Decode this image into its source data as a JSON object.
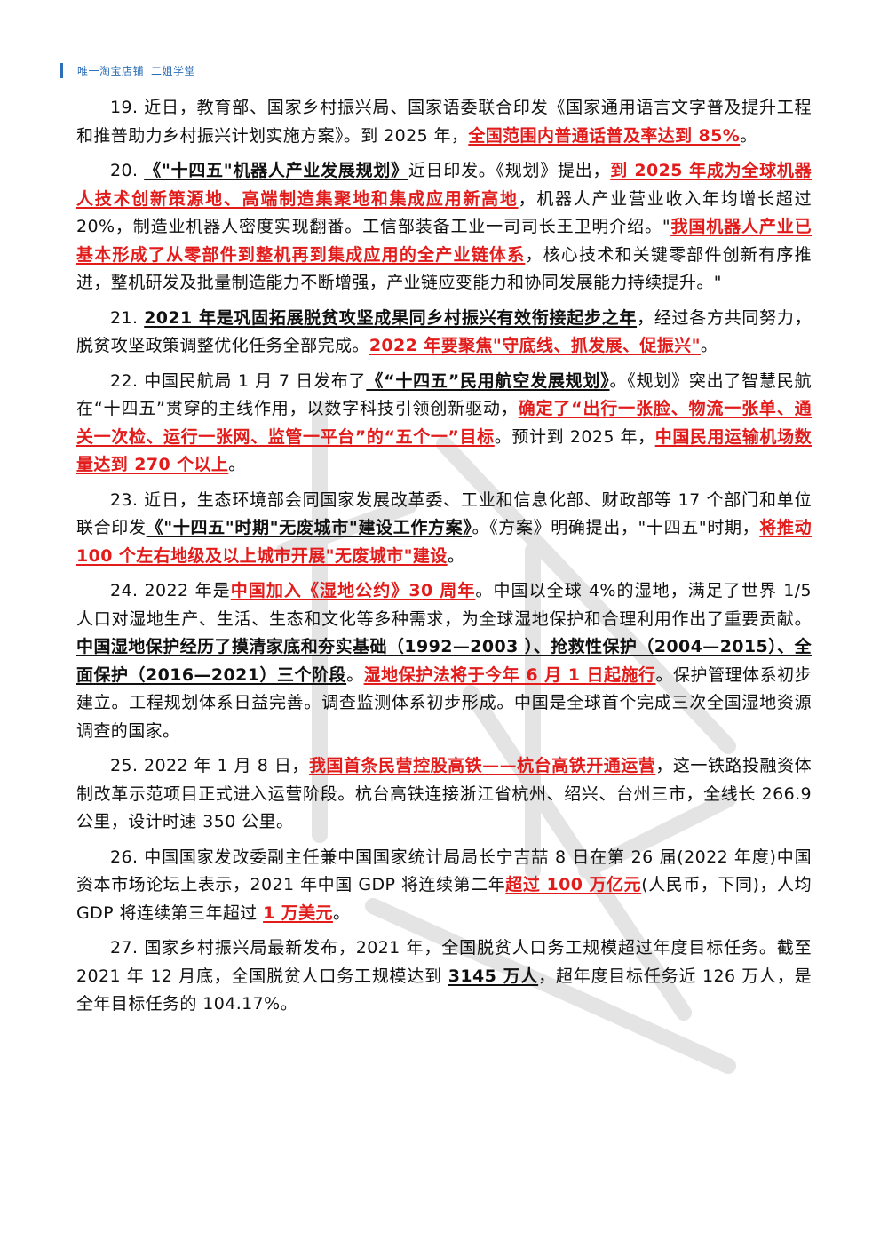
{
  "header": {
    "shop": "唯一淘宝店铺",
    "brand": "二姐学堂"
  },
  "paragraphs": [
    {
      "id": "19",
      "segments": [
        {
          "text": "19. 近日，教育部、国家乡村振兴局、国家语委联合印发《国家通用语言文字普及提升工程和推普助力乡村振兴计划实施方案》。到 2025 年，",
          "style": "normal"
        },
        {
          "text": "全国范围内普通话普及率达到 85%",
          "style": "red-u"
        },
        {
          "text": "。",
          "style": "normal"
        }
      ]
    },
    {
      "id": "20",
      "segments": [
        {
          "text": "20. ",
          "style": "normal"
        },
        {
          "text": "《\"十四五\"机器人产业发展规划》",
          "style": "bold-u"
        },
        {
          "text": "近日印发。《规划》提出，",
          "style": "normal"
        },
        {
          "text": "到 2025 年成为全球机器人技术创新策源地、高端制造集聚地和集成应用新高地",
          "style": "red-u"
        },
        {
          "text": "，机器人产业营业收入年均增长超过 20%，制造业机器人密度实现翻番。工信部装备工业一司司长王卫明介绍。\"",
          "style": "normal"
        },
        {
          "text": "我国机器人产业已基本形成了从零部件到整机再到集成应用的全产业链体系",
          "style": "red-u"
        },
        {
          "text": "，核心技术和关键零部件创新有序推进，整机研发及批量制造能力不断增强，产业链应变能力和协同发展能力持续提升。\"",
          "style": "normal"
        }
      ]
    },
    {
      "id": "21",
      "segments": [
        {
          "text": "21. ",
          "style": "normal"
        },
        {
          "text": "2021 年是巩固拓展脱贫攻坚成果同乡村振兴有效衔接起步之年",
          "style": "bold-u"
        },
        {
          "text": "，经过各方共同努力，脱贫攻坚政策调整优化任务全部完成。",
          "style": "normal"
        },
        {
          "text": "2022 年要聚焦\"守底线、抓发展、促振兴\"",
          "style": "red-u"
        },
        {
          "text": "。",
          "style": "normal"
        }
      ]
    },
    {
      "id": "22",
      "segments": [
        {
          "text": "22. 中国民航局 1 月 7 日发布了",
          "style": "normal"
        },
        {
          "text": "《“十四五”民用航空发展规划》",
          "style": "bold-u"
        },
        {
          "text": "。《规划》突出了智慧民航在“十四五”贯穿的主线作用，以数字科技引领创新驱动，",
          "style": "normal"
        },
        {
          "text": "确定了“出行一张脸、物流一张单、通关一次检、运行一张网、监管一平台”的“五个一”目标",
          "style": "red-u"
        },
        {
          "text": "。预计到 2025 年，",
          "style": "normal"
        },
        {
          "text": "中国民用运输机场数量达到 270 个以上",
          "style": "red-u"
        },
        {
          "text": "。",
          "style": "normal"
        }
      ]
    },
    {
      "id": "23",
      "segments": [
        {
          "text": "23. 近日，生态环境部会同国家发展改革委、工业和信息化部、财政部等 17 个部门和单位联合印发",
          "style": "normal"
        },
        {
          "text": "《\"十四五\"时期\"无废城市\"建设工作方案》",
          "style": "bold-u"
        },
        {
          "text": "。《方案》明确提出，\"十四五\"时期，",
          "style": "normal"
        },
        {
          "text": "将推动 100 个左右地级及以上城市开展\"无废城市\"建设",
          "style": "red-u"
        },
        {
          "text": "。",
          "style": "normal"
        }
      ]
    },
    {
      "id": "24",
      "segments": [
        {
          "text": "24. 2022 年是",
          "style": "normal"
        },
        {
          "text": "中国加入《湿地公约》30 周年",
          "style": "red-u"
        },
        {
          "text": "。中国以全球 4%的湿地，满足了世界 1/5 人口对湿地生产、生活、生态和文化等多种需求，为全球湿地保护和合理利用作出了重要贡献。",
          "style": "normal"
        },
        {
          "text": "中国湿地保护经历了摸清家底和夯实基础（1992—2003 ）、抢救性保护（2004—2015）、全面保护（2016—2021）三个阶段",
          "style": "bold-u"
        },
        {
          "text": "。",
          "style": "normal"
        },
        {
          "text": "湿地保护法将于今年 6 月 1 日起施行",
          "style": "red-u"
        },
        {
          "text": "。保护管理体系初步建立。工程规划体系日益完善。调查监测体系初步形成。中国是全球首个完成三次全国湿地资源调查的国家。",
          "style": "normal"
        }
      ]
    },
    {
      "id": "25",
      "segments": [
        {
          "text": "25. 2022 年 1 月 8 日，",
          "style": "normal"
        },
        {
          "text": "我国首条民营控股高铁——杭台高铁开通运营",
          "style": "red-u"
        },
        {
          "text": "，这一铁路投融资体制改革示范项目正式进入运营阶段。杭台高铁连接浙江省杭州、绍兴、台州三市，全线长 266.9 公里，设计时速 350 公里。",
          "style": "normal"
        }
      ]
    },
    {
      "id": "26",
      "segments": [
        {
          "text": "26. 中国国家发改委副主任兼中国国家统计局局长宁吉喆 8 日在第 26 届(2022 年度)中国资本市场论坛上表示，2021 年中国 GDP 将连续第二年",
          "style": "normal"
        },
        {
          "text": "超过 100 万亿元",
          "style": "red-u"
        },
        {
          "text": "(人民币，下同)，人均 GDP 将连续第三年超过 ",
          "style": "normal"
        },
        {
          "text": "1 万美元",
          "style": "red-u"
        },
        {
          "text": "。",
          "style": "normal"
        }
      ]
    },
    {
      "id": "27",
      "segments": [
        {
          "text": "27. 国家乡村振兴局最新发布，2021 年，全国脱贫人口务工规模超过年度目标任务。截至 2021 年 12 月底，全国脱贫人口务工规模达到 ",
          "style": "normal"
        },
        {
          "text": "3145 万人",
          "style": "bold-u"
        },
        {
          "text": "，超年度目标任务近 126 万人，是全年目标任务的 104.17%。",
          "style": "normal"
        }
      ]
    }
  ]
}
